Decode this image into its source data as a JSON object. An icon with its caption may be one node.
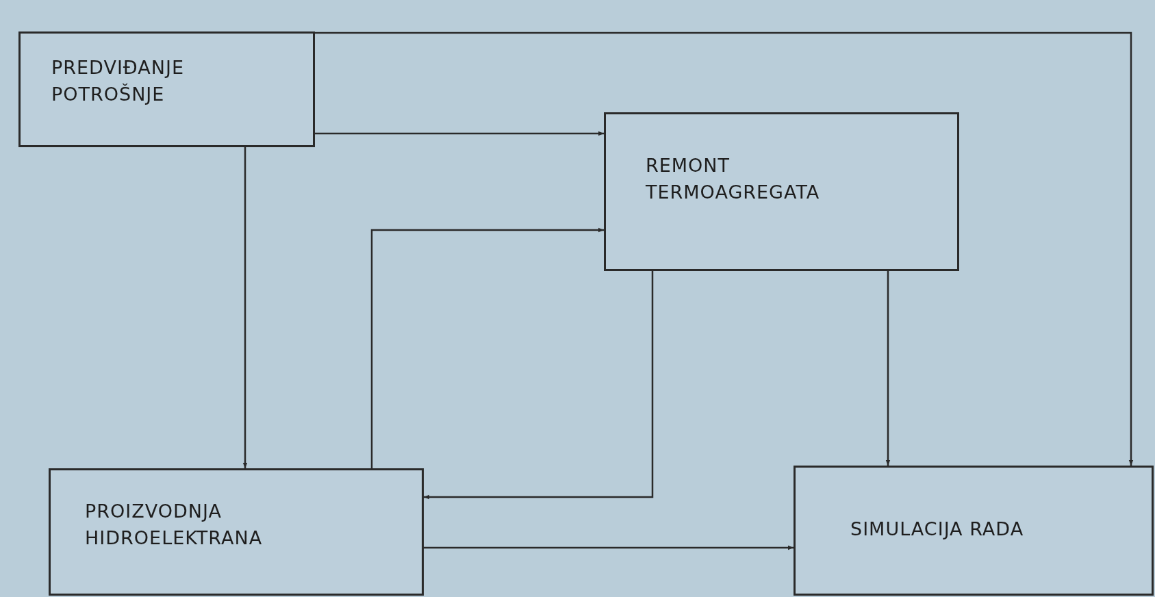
{
  "diagram": {
    "nodes": [
      {
        "text": [
          "PREDVIĐANJE POTROŠNJE"
        ]
      },
      {
        "text": [
          "REMONT TERMOAGREGATA"
        ]
      },
      {
        "text": [
          "PROIZVODNJA HIDROELEKTRANA"
        ]
      },
      {
        "text": [
          "SIMULACIJA RADA"
        ]
      }
    ],
    "edges": [
      {
        "from": 0,
        "to": 3,
        "arrow": "to"
      },
      {
        "from": 0,
        "to": 1,
        "arrow": "to"
      },
      {
        "from": 0,
        "to": 2,
        "arrow": "to"
      },
      {
        "from": 2,
        "to": 1,
        "arrow": "to"
      },
      {
        "from": 1,
        "to": 2,
        "arrow": "to"
      },
      {
        "from": 1,
        "to": 3,
        "arrow": "to"
      },
      {
        "from": 2,
        "to": 3,
        "arrow": "to"
      }
    ]
  }
}
